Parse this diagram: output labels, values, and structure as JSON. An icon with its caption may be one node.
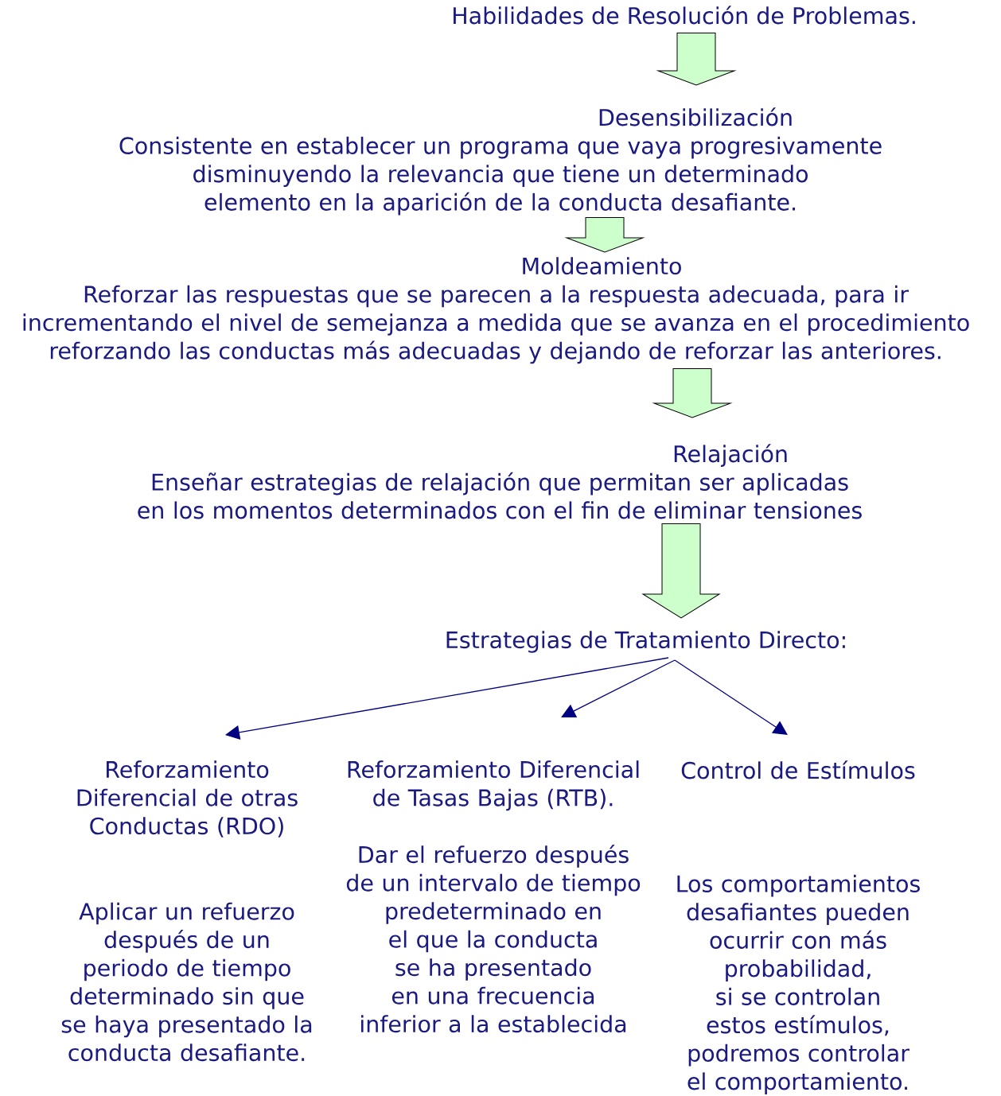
{
  "diagram": {
    "nodes": [
      {
        "text": [
          "Habilidades de Resolución de Problemas."
        ]
      },
      {
        "text": [
          "Desensibilización",
          "Consistente en establecer un programa que vaya progresivamente disminuyendo la relevancia que tiene un determinado elemento en la aparición de la conducta desafiante."
        ]
      },
      {
        "text": [
          "Moldeamiento",
          "Reforzar las respuestas que se parecen a la respuesta adecuada, para ir incrementando el nivel de semejanza a medida que se avanza en el procedimiento reforzando las conductas más adecuadas y dejando de reforzar las anteriores."
        ]
      },
      {
        "text": [
          "Relajación",
          "Enseñar estrategias de relajación que permitan ser aplicadas en los momentos determinados con el fin de eliminar tensiones"
        ]
      },
      {
        "text": [
          "Estrategias de Tratamiento Directo:"
        ]
      },
      {
        "text": [
          "Reforzamiento Diferencial de otras Conductas (RDO)",
          "Aplicar un refuerzo después de un periodo de tiempo determinado sin que se haya presentado la conducta desafiante."
        ]
      },
      {
        "text": [
          "Reforzamiento Diferencial de Tasas Bajas (RTB).",
          "Dar el refuerzo después de un intervalo de tiempo predeterminado en el que la conducta se ha presentado en una frecuencia inferior a la establecida"
        ]
      },
      {
        "text": [
          "Control de Estímulos",
          "Los comportamientos desafiantes pueden ocurrir con más probabilidad, si se controlan estos estímulos, podremos controlar el comportamiento."
        ]
      }
    ],
    "edges": [
      {
        "from": 0,
        "to": 1,
        "arrow": "to",
        "style": "thick"
      },
      {
        "from": 1,
        "to": 2,
        "arrow": "to",
        "style": "thick"
      },
      {
        "from": 2,
        "to": 3,
        "arrow": "to",
        "style": "thick"
      },
      {
        "from": 3,
        "to": 4,
        "arrow": "to",
        "style": "thick"
      },
      {
        "from": 4,
        "to": 5,
        "arrow": "to",
        "color": "#000080"
      },
      {
        "from": 4,
        "to": 6,
        "arrow": "to",
        "color": "#000080"
      },
      {
        "from": 4,
        "to": 7,
        "arrow": "to",
        "color": "#000080"
      }
    ]
  }
}
